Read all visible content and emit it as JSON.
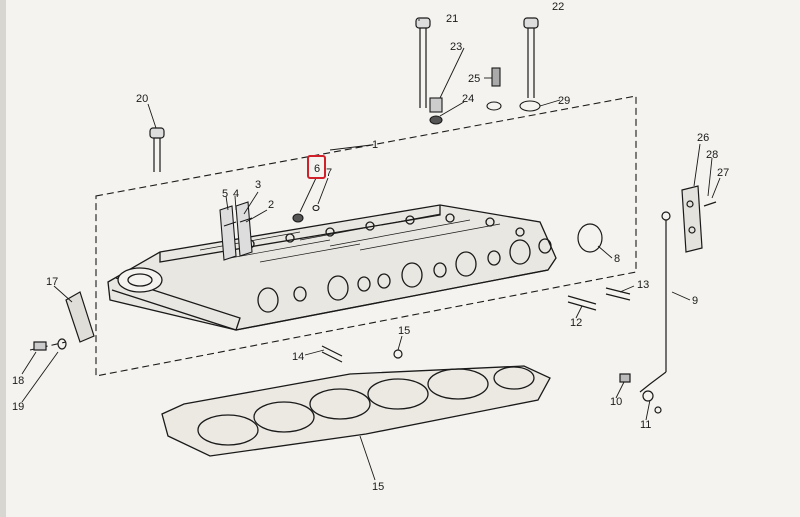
{
  "diagram": {
    "callouts": {
      "c1": "1",
      "c2": "2",
      "c3": "3",
      "c4": "4",
      "c5": "5",
      "c6": "6",
      "c7": "7",
      "c8": "8",
      "c9": "9",
      "c10": "10",
      "c11": "11",
      "c12": "12",
      "c13": "13",
      "c14": "14",
      "c15a": "15",
      "c15b": "15",
      "c17": "17",
      "c18": "18",
      "c19": "19",
      "c20": "20",
      "c21": "21",
      "c22": "22",
      "c23": "23",
      "c24": "24",
      "c25": "25",
      "c26": "26",
      "c27": "27",
      "c28": "28",
      "c29": "29"
    },
    "highlighted_callout": "6",
    "highlight_color": "#d0202a",
    "ink_color": "#1a1a1a",
    "background_color": "#f4f3ef"
  }
}
